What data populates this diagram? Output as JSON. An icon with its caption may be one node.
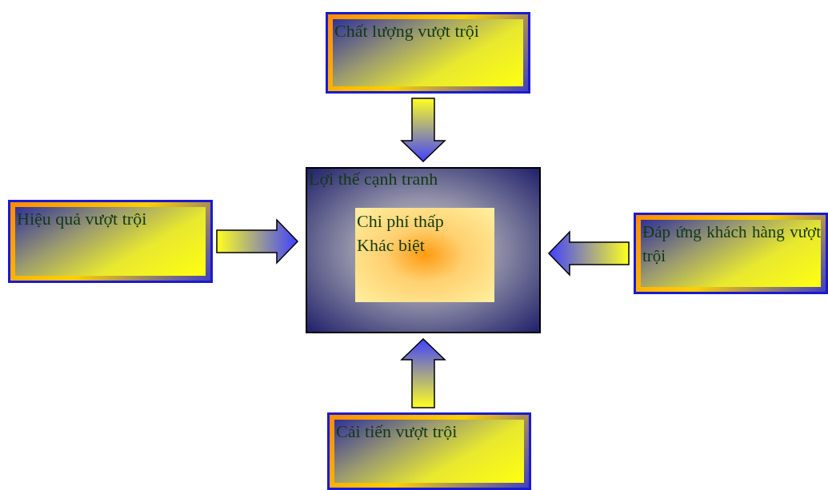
{
  "diagram": {
    "nodes": [
      {
        "text": [
          "Lợi thế cạnh tranh"
        ]
      },
      {
        "text": [
          "Chi phí thấp",
          "Khác biệt"
        ],
        "in": 0
      },
      {
        "text": [
          "Chất lượng vượt trội"
        ]
      },
      {
        "text": [
          "Hiệu quả vượt trội"
        ]
      },
      {
        "text": [
          "Đáp ứng khách hàng vượt trội"
        ]
      },
      {
        "text": [
          "Cải tiến vượt trội"
        ]
      }
    ],
    "edges": [
      {
        "from": 2,
        "to": 0,
        "arrow": "to"
      },
      {
        "from": 3,
        "to": 0,
        "arrow": "to"
      },
      {
        "from": 4,
        "to": 0,
        "arrow": "to"
      },
      {
        "from": 5,
        "to": 0,
        "arrow": "to"
      }
    ]
  }
}
